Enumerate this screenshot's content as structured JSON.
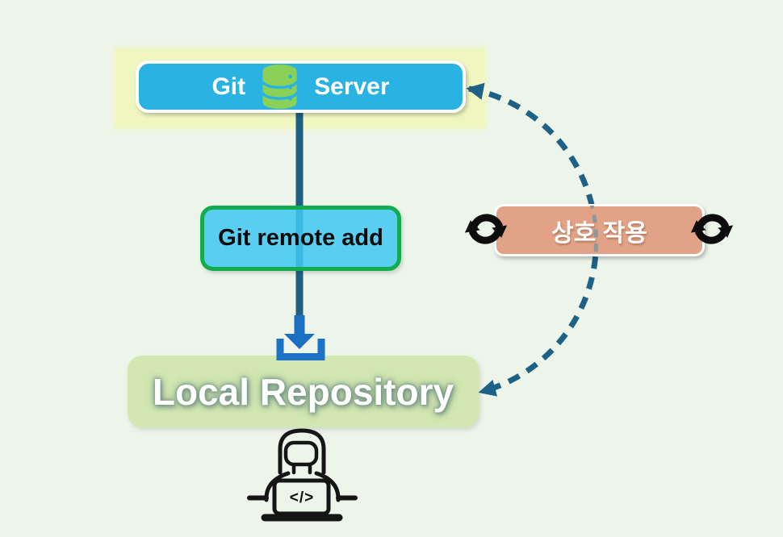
{
  "server": {
    "label_left": "Git",
    "label_right": "Server",
    "icon": "database-icon"
  },
  "remote_command": {
    "label": "Git remote add"
  },
  "interaction": {
    "label": "상호 작용",
    "left_icon": "sync-icon",
    "right_icon": "sync-icon"
  },
  "local_repo": {
    "label": "Local Repository"
  },
  "developer": {
    "icon": "developer-with-laptop-icon",
    "laptop_code": "</>"
  },
  "connectors": {
    "vertical_arrow": "git-server-to-local-repository",
    "dashed_curve": "server-local-interaction-loop"
  },
  "colors": {
    "background": "#edf4ea",
    "glow_panel": "#f0f6c0",
    "server_box_fill": "#2ab3e2",
    "database_green": "#8bd157",
    "remote_box_fill": "#3fc7f2",
    "remote_box_border": "#12ab4e",
    "interaction_box_fill": "#e2a287",
    "repo_box_fill": "#d3e7b3",
    "connector_dark": "#1e6183",
    "connector_bright": "#1b6fc1",
    "dashed_arc": "#1e6186",
    "icon_black": "#0d0d0d"
  }
}
